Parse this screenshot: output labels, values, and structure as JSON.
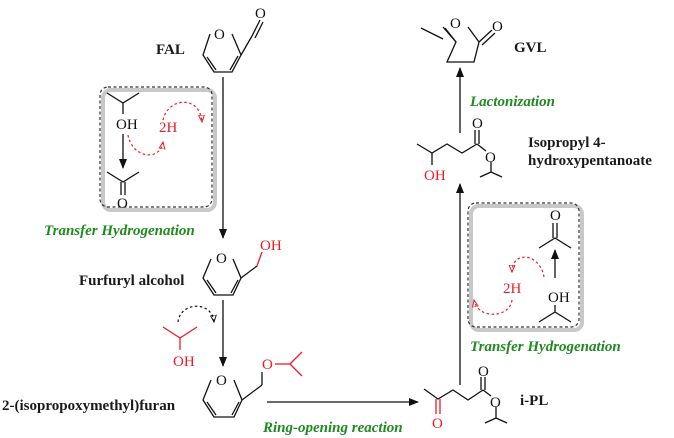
{
  "compounds": {
    "fal": {
      "label": "FAL",
      "atoms": {
        "ring_o": "O",
        "carbonyl_o": "O"
      }
    },
    "furfuryl_alcohol": {
      "label": "Furfuryl alcohol",
      "atoms": {
        "ring_o": "O",
        "oh": "OH"
      }
    },
    "ipm_furan": {
      "label": "2-(isopropoxymethyl)furan",
      "atoms": {
        "ring_o": "O",
        "ether_o": "O"
      }
    },
    "ipl": {
      "label": "i-PL",
      "atoms": {
        "ketone_o": "O",
        "carbonyl_o": "O",
        "ester_o": "O"
      }
    },
    "ihp": {
      "label_line1": "Isopropyl 4-",
      "label_line2": "hydroxypentanoate",
      "atoms": {
        "oh": "OH",
        "carbonyl_o": "O",
        "ester_o": "O"
      }
    },
    "gvl": {
      "label": "GVL",
      "atoms": {
        "ring_o": "O",
        "carbonyl_o": "O"
      }
    }
  },
  "steps": {
    "transfer_hydrogenation_1": "Transfer Hydrogenation",
    "ring_opening": "Ring-opening reaction",
    "transfer_hydrogenation_2": "Transfer Hydrogenation",
    "lactonization": "Lactonization"
  },
  "reagents": {
    "box1": {
      "alcohol_oh": "OH",
      "ketone_o": "O",
      "hydrogen": "2H"
    },
    "etherification": {
      "alcohol_oh": "OH"
    },
    "box2": {
      "alcohol_oh": "OH",
      "ketone_o": "O",
      "hydrogen": "2H"
    }
  },
  "colors": {
    "step_text": "#1f8a1f",
    "highlight": "#ee1c25",
    "structure": "#111111"
  }
}
